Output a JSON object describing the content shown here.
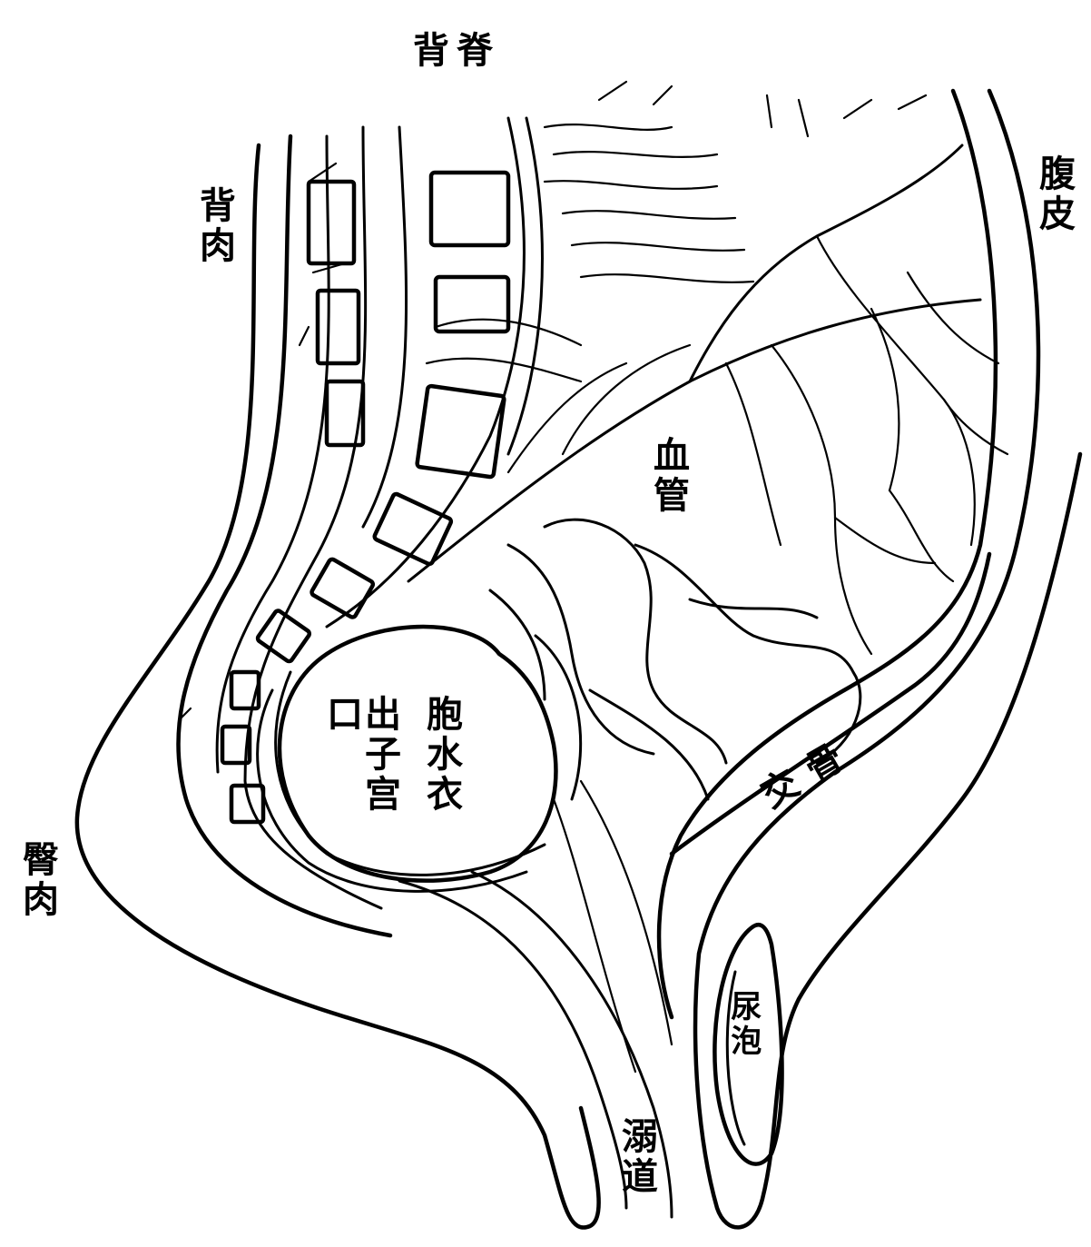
{
  "labels": {
    "spine": "背脊",
    "back_muscle": "背肉",
    "belly_skin": "腹皮",
    "blood_vessels": "血管",
    "cervix": "出子宫口",
    "amniotic_sac": "胞水衣",
    "buttock_muscle": "臀肉",
    "bladder": "尿泡",
    "pubic_bone": "交骨",
    "urethra": "溺道"
  },
  "colors": {
    "ink": "#000000",
    "paper": "#ffffff"
  }
}
